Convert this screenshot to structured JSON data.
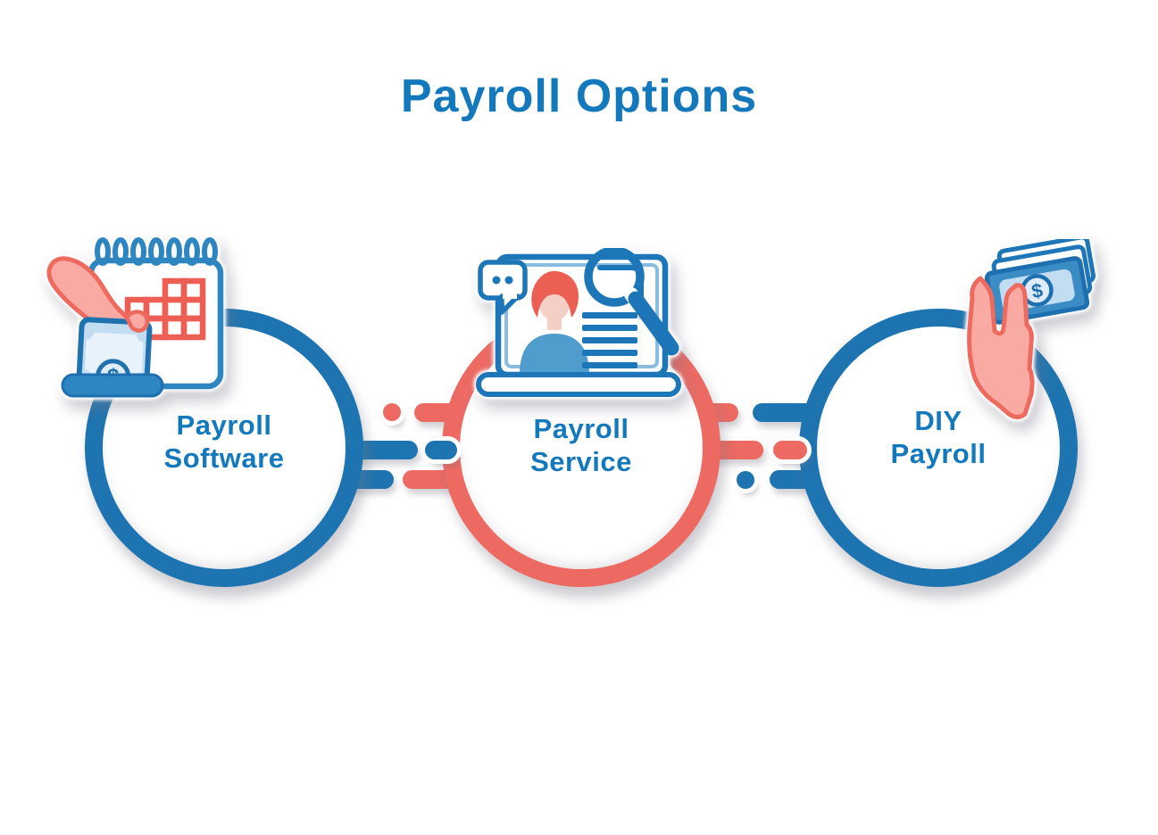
{
  "title": "Payroll Options",
  "money_symbol": "$",
  "palette": {
    "blue": "#1e74b0",
    "red": "#ed6a63",
    "text_blue": "#1478bd",
    "light_blue": "#c2dcf2",
    "grid_red": "#ed5f55",
    "skin": "#f9aba3",
    "skin_outline": "#ee6a5e"
  },
  "options": [
    {
      "id": "payroll-software",
      "lines": [
        "Payroll",
        "Software"
      ],
      "ring_color": "#1e74b0",
      "icon": "calendar-payment-icon"
    },
    {
      "id": "payroll-service",
      "lines": [
        "Payroll",
        "Service"
      ],
      "ring_color": "#ed6a63",
      "icon": "laptop-resume-search-icon"
    },
    {
      "id": "diy-payroll",
      "lines": [
        "DIY",
        "Payroll"
      ],
      "ring_color": "#1e74b0",
      "icon": "hand-holding-cash-icon"
    }
  ]
}
